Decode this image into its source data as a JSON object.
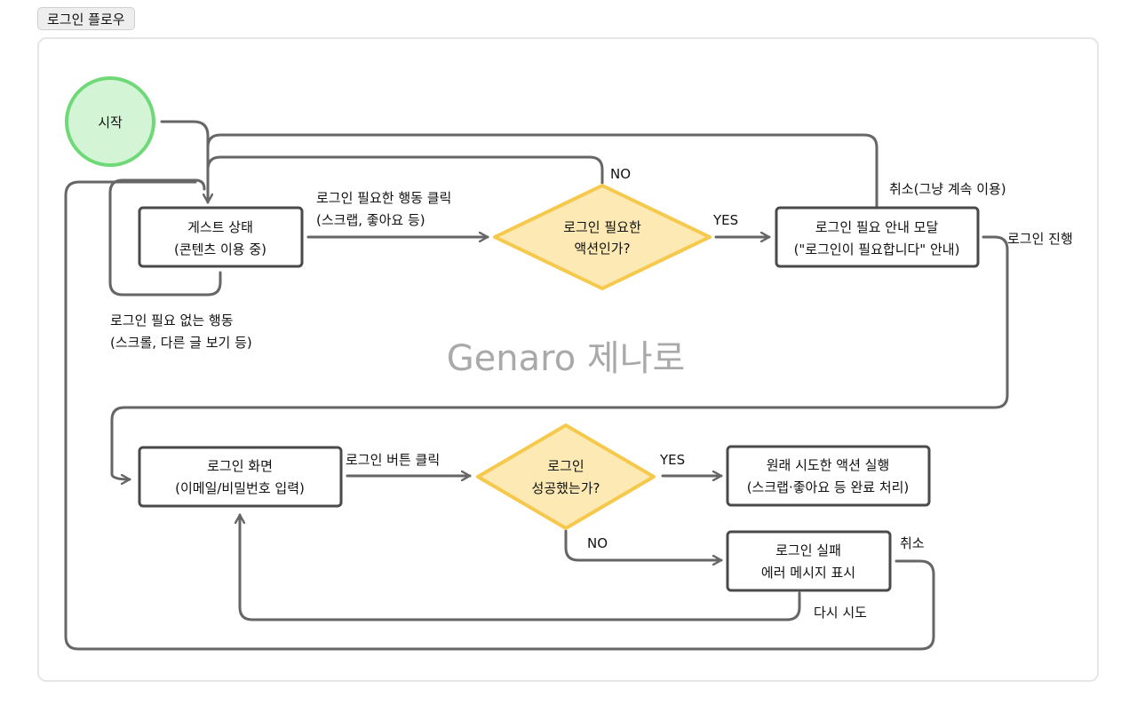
{
  "header": {
    "tab_label": "로그인 플로우"
  },
  "watermark": "Genaro 제나로",
  "colors": {
    "start_fill": "#d3f5d6",
    "start_stroke": "#6fd977",
    "decision_fill": "#fce9b3",
    "decision_stroke": "#f6c94c",
    "box_stroke": "#4a4a4a",
    "edge": "#666666"
  },
  "nodes": {
    "start": {
      "label": "시작"
    },
    "guest": {
      "line1": "게스트 상태",
      "line2": "(콘텐츠 이용 중)"
    },
    "need_login": {
      "line1": "로그인 필요한",
      "line2": "액션인가?"
    },
    "modal": {
      "line1": "로그인 필요 안내 모달",
      "line2": "(\"로그인이 필요합니다\" 안내)"
    },
    "login_screen": {
      "line1": "로그인 화면",
      "line2": "(이메일/비밀번호 입력)"
    },
    "login_ok": {
      "line1": "로그인",
      "line2": "성공했는가?"
    },
    "original_action": {
      "line1": "원래 시도한 액션 실행",
      "line2": "(스크랩·좋아요 등 완료 처리)"
    },
    "login_fail": {
      "line1": "로그인 실패",
      "line2": "에러 메시지 표시"
    }
  },
  "edges": {
    "guest_to_decision": {
      "line1": "로그인 필요한 행동 클릭",
      "line2": "(스크랩, 좋아요 등)"
    },
    "self_loop": {
      "line1": "로그인 필요 없는 행동",
      "line2": "(스크롤, 다른 글 보기 등)"
    },
    "no1": "NO",
    "yes1": "YES",
    "cancel_modal": "취소(그냥 계속 이용)",
    "proceed_login": "로그인 진행",
    "click_login_button": "로그인 버튼 클릭",
    "yes2": "YES",
    "no2": "NO",
    "cancel_fail": "취소",
    "retry": "다시 시도"
  }
}
